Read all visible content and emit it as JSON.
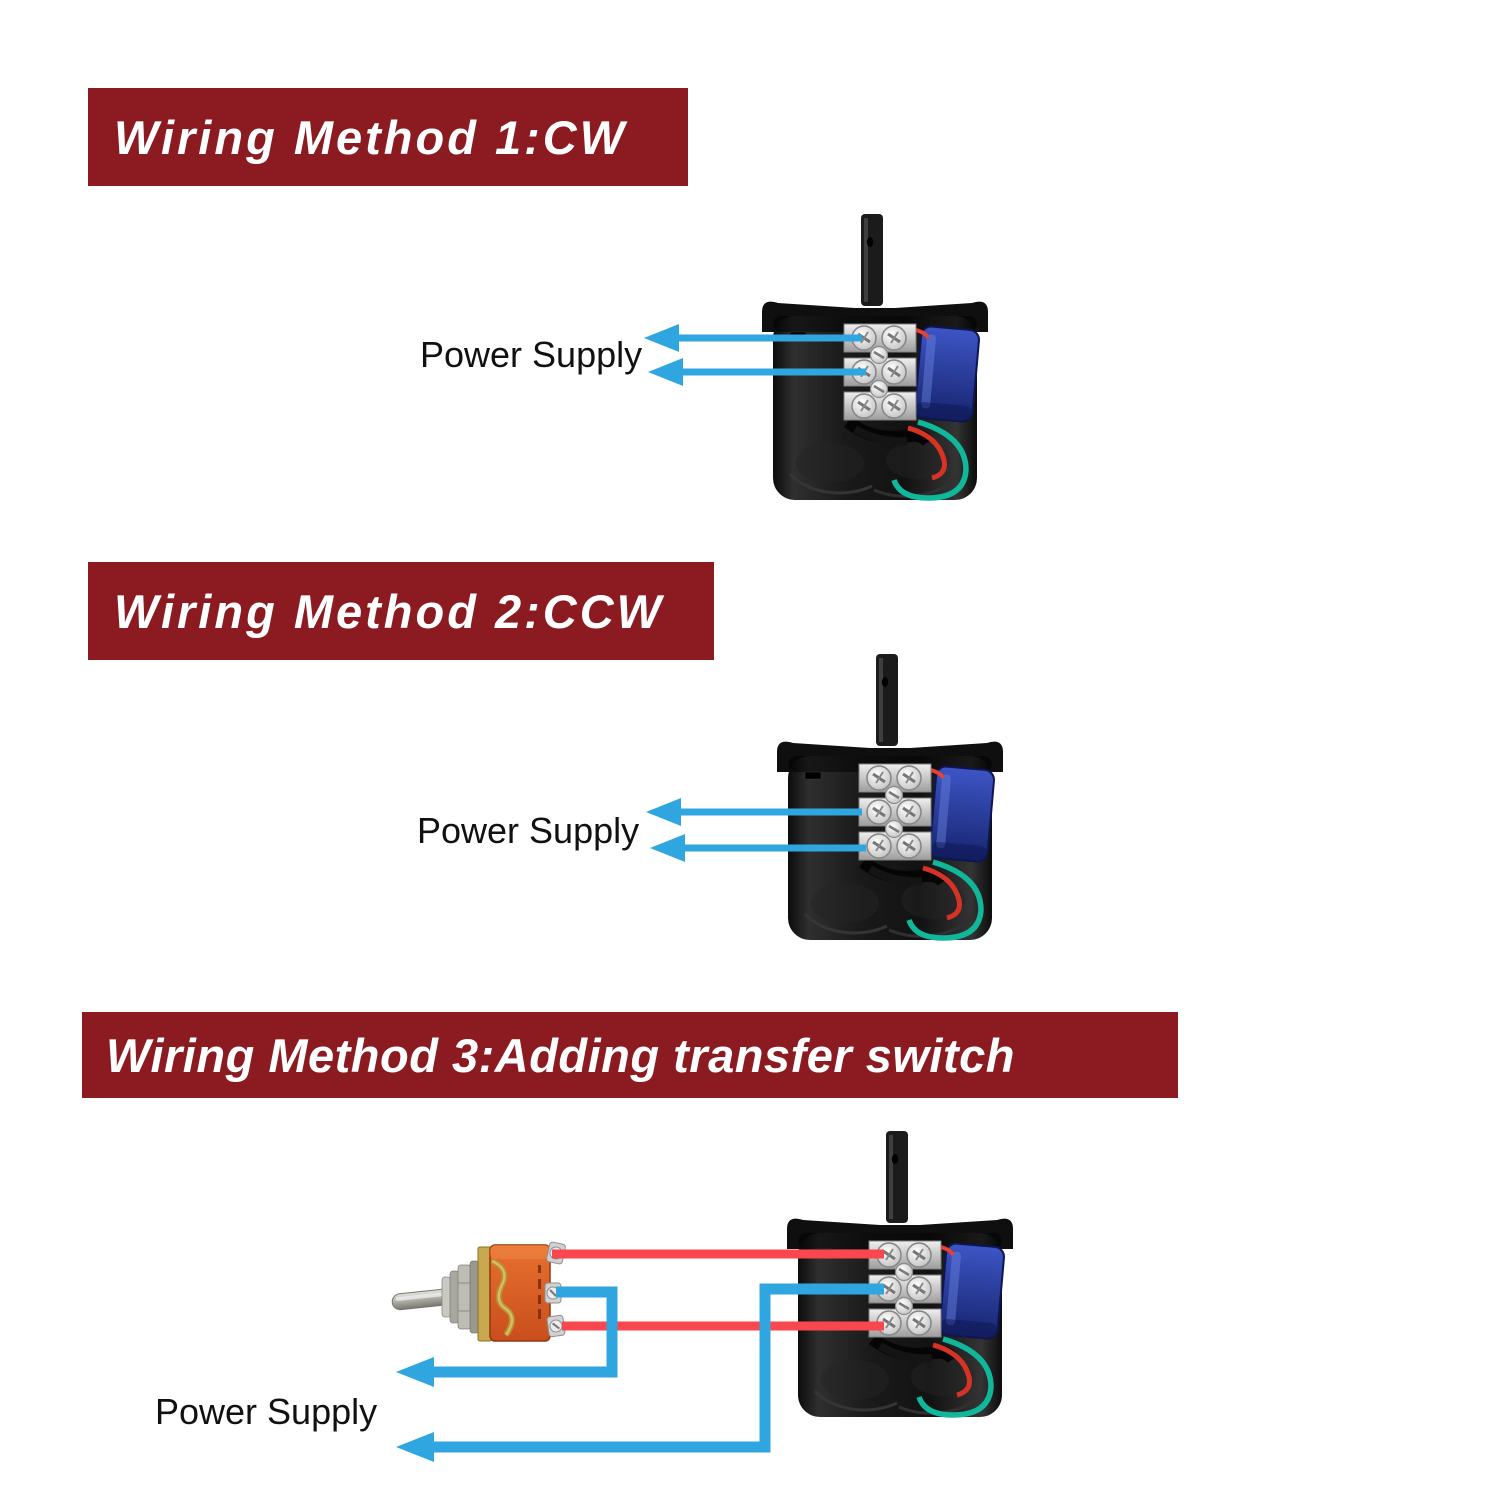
{
  "title": "Synchronous motor wiring methods diagram",
  "colors": {
    "banner_bg": "#8B1B21",
    "banner_text": "#FFFFFF",
    "arrow_blue": "#30A6E0",
    "wire_red": "#F8474F",
    "label_text": "#111111",
    "page_bg": "#FFFFFF"
  },
  "sections": [
    {
      "banner": "Wiring Method 1:CW",
      "power_label": "Power Supply",
      "connection": "power arrows to terminal rows 1 and 2"
    },
    {
      "banner": "Wiring Method 2:CCW",
      "power_label": "Power Supply",
      "connection": "power arrows to terminal rows 2 and 3"
    },
    {
      "banner": "Wiring Method 3:Adding transfer switch",
      "power_label": "Power Supply",
      "connection": "toggle switch wired to terminal rows 1,2,3; two power leads"
    }
  ]
}
